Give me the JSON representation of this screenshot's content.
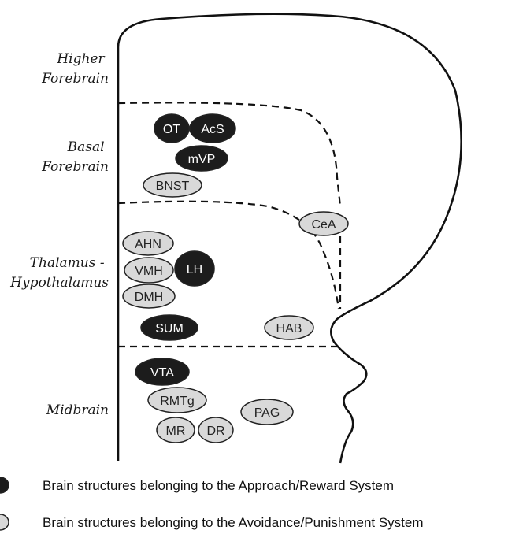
{
  "colors": {
    "approach": "#1c1c1c",
    "avoidance": "#d9d9d9",
    "outline": "#222222",
    "approach_text": "#ffffff",
    "avoidance_text": "#222222"
  },
  "regions": {
    "higher_forebrain": [
      "Higher",
      "Forebrain"
    ],
    "basal_forebrain": [
      "Basal",
      "Forebrain"
    ],
    "thalamus_hypothalamus": [
      "Thalamus -",
      "Hypothalamus"
    ],
    "midbrain": [
      "Midbrain"
    ]
  },
  "nodes": {
    "ot": {
      "label": "OT",
      "system": "approach"
    },
    "acs": {
      "label": "AcS",
      "system": "approach"
    },
    "mvp": {
      "label": "mVP",
      "system": "approach"
    },
    "bnst": {
      "label": "BNST",
      "system": "avoidance"
    },
    "cea": {
      "label": "CeA",
      "system": "avoidance"
    },
    "ahn": {
      "label": "AHN",
      "system": "avoidance"
    },
    "vmh": {
      "label": "VMH",
      "system": "avoidance"
    },
    "lh": {
      "label": "LH",
      "system": "approach"
    },
    "dmh": {
      "label": "DMH",
      "system": "avoidance"
    },
    "sum": {
      "label": "SUM",
      "system": "approach"
    },
    "hab": {
      "label": "HAB",
      "system": "avoidance"
    },
    "vta": {
      "label": "VTA",
      "system": "approach"
    },
    "rmtg": {
      "label": "RMTg",
      "system": "avoidance"
    },
    "pag": {
      "label": "PAG",
      "system": "avoidance"
    },
    "mr": {
      "label": "MR",
      "system": "avoidance"
    },
    "dr": {
      "label": "DR",
      "system": "avoidance"
    }
  },
  "legend": {
    "approach": "Brain structures belonging to the Approach/Reward System",
    "avoidance": "Brain structures belonging to the Avoidance/Punishment System"
  }
}
